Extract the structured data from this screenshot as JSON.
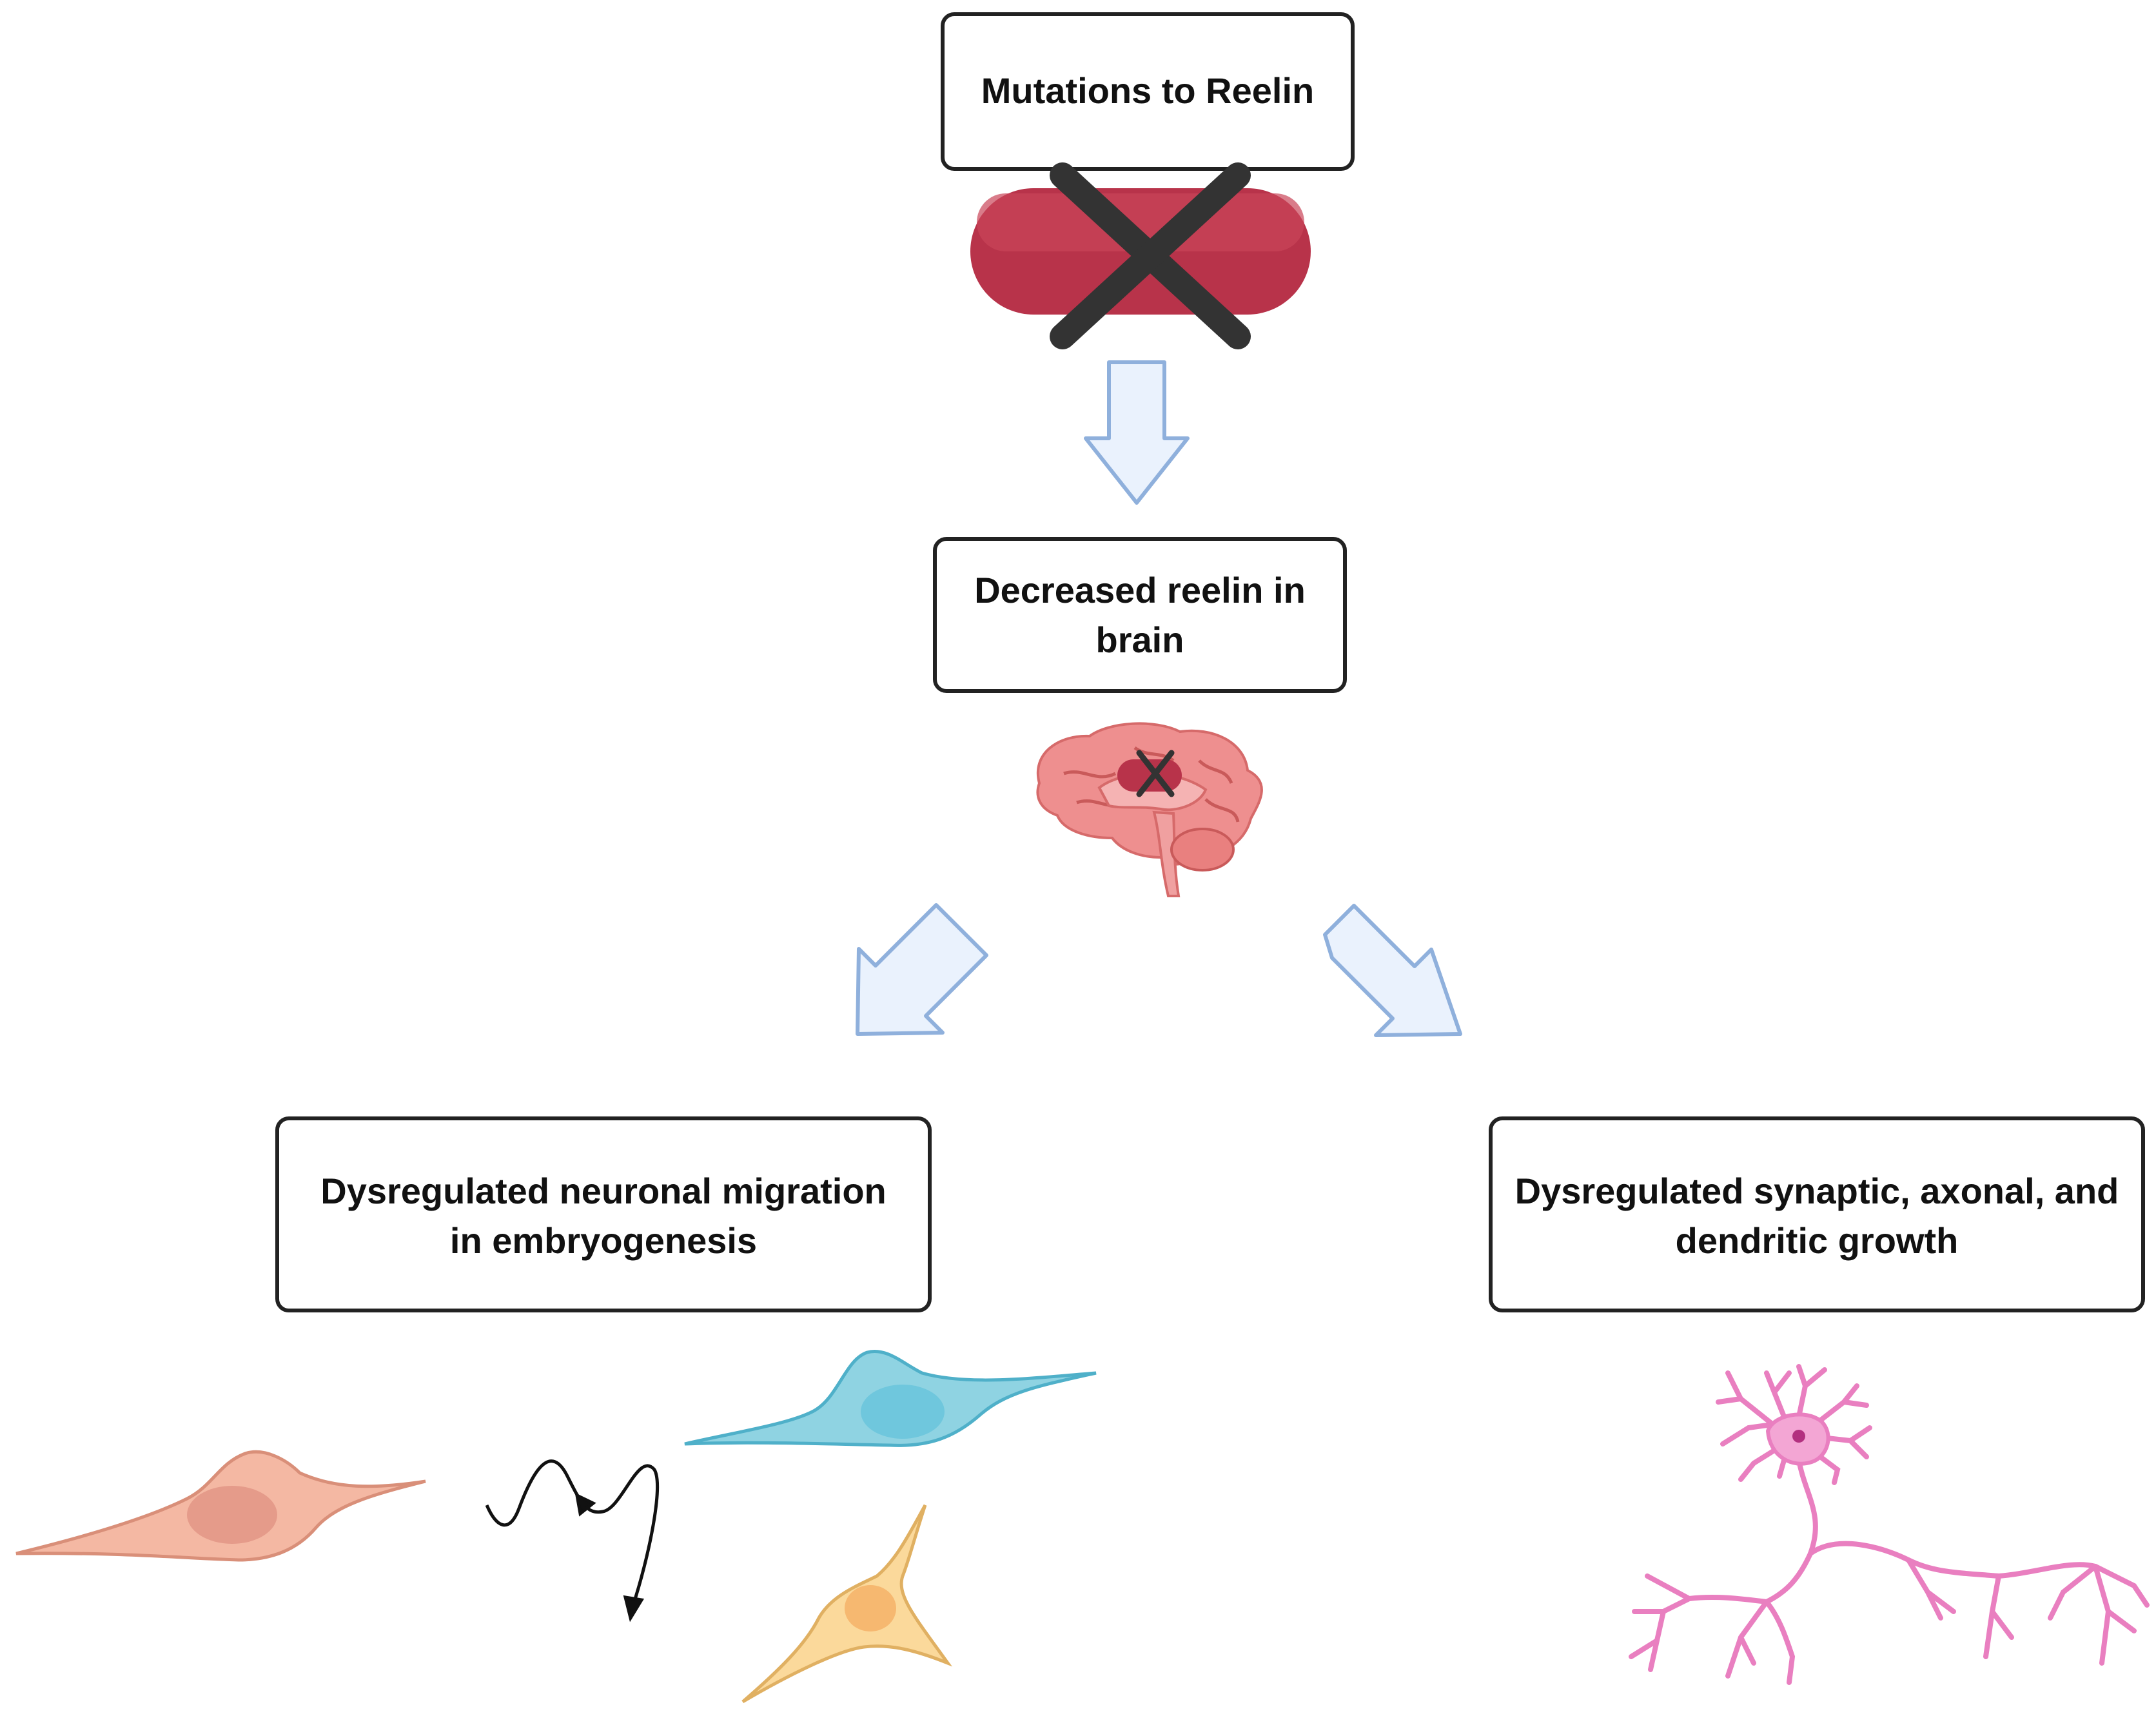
{
  "boxes": {
    "mutations": "Mutations to Reelin",
    "decreased": {
      "line1": "Decreased reelin in",
      "line2": "brain"
    },
    "migration": {
      "line1": "Dysregulated neuronal migration",
      "line2": "in embryogenesis"
    },
    "growth": {
      "line1": "Dysregulated synaptic, axonal, and",
      "line2": "dendritic growth"
    }
  },
  "colors": {
    "reelin_red": "#b8334a",
    "cross": "#333333",
    "arrow_fill": "#eaf2fd",
    "arrow_stroke": "#8fb0dc",
    "brain": "#ee8f8f",
    "cell_peach": "#f4b8a3",
    "cell_blue": "#8fd3e2",
    "cell_yellow": "#fbd99b",
    "neuron_pink": "#e97fc0"
  },
  "icons": [
    "reelin-protein-icon",
    "cross-mark-icon",
    "brain-icon",
    "migrating-cell-icon",
    "squiggle-arrow-icon",
    "neuron-icon"
  ]
}
